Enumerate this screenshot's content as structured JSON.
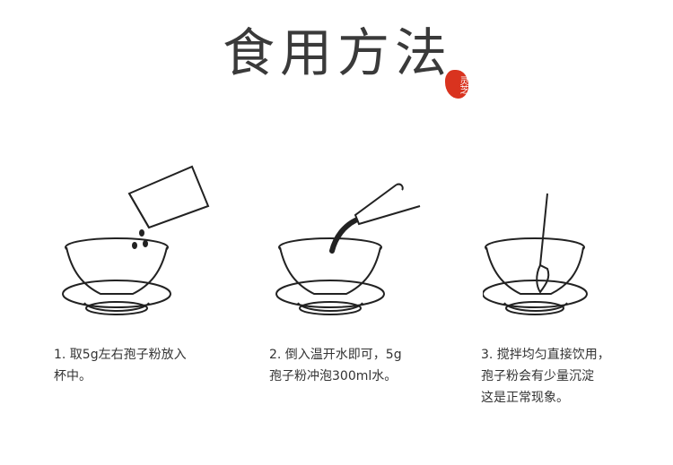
{
  "title": "食用方法",
  "seal_text": "灵芝",
  "steps": [
    {
      "lines": [
        "1. 取5g左右孢子粉放入",
        "杯中。"
      ]
    },
    {
      "lines": [
        "2. 倒入温开水即可，5g",
        "孢子粉冲泡300ml水。"
      ]
    },
    {
      "lines": [
        "3. 搅拌均匀直接饮用，",
        "孢子粉会有少量沉淀",
        "这是正常现象。"
      ]
    }
  ]
}
